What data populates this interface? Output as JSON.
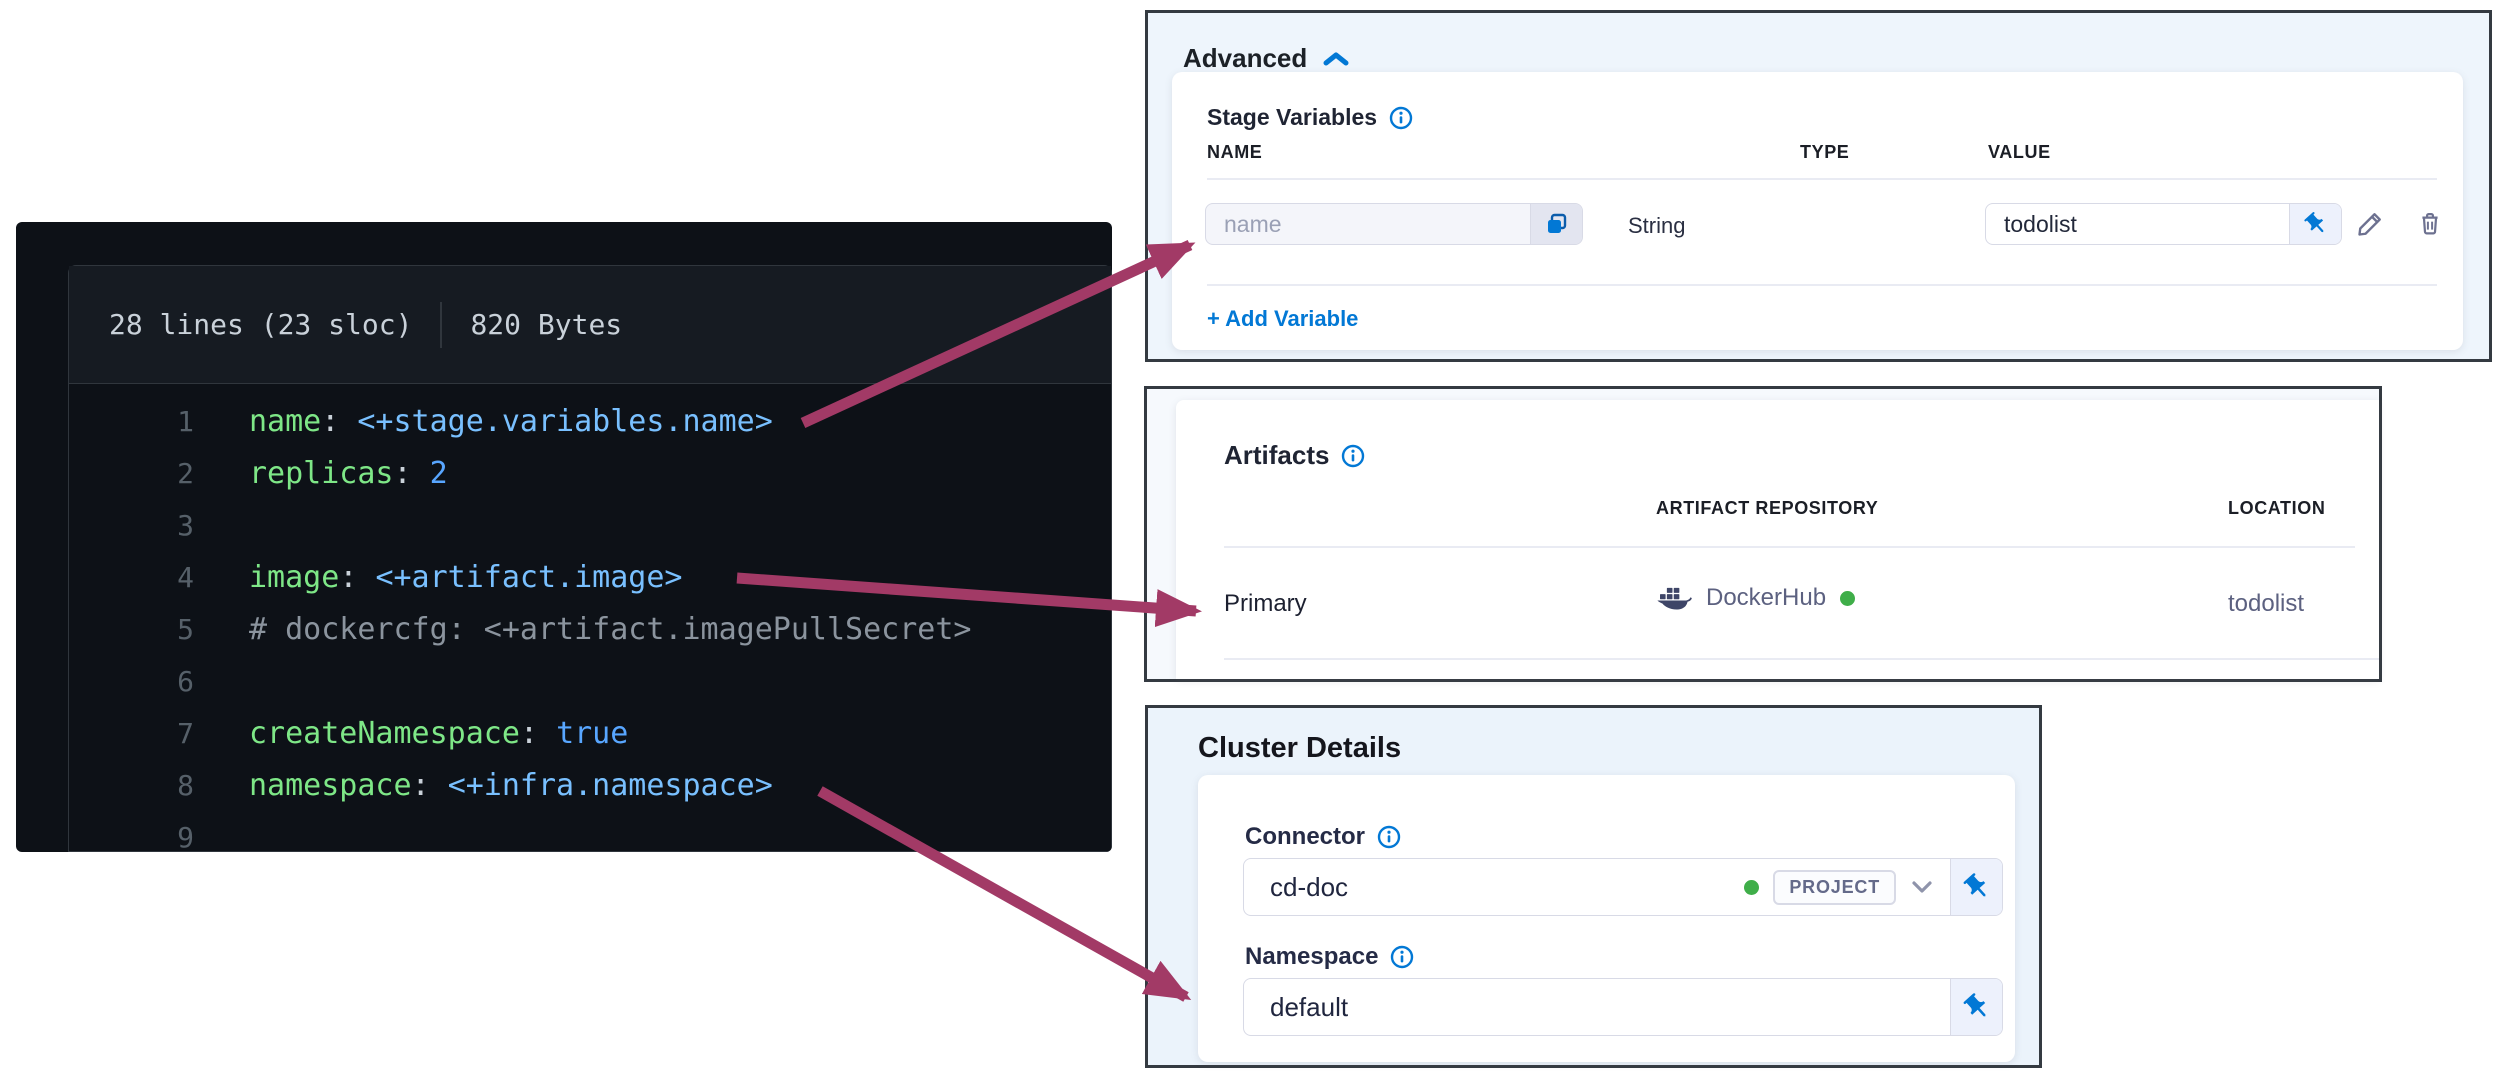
{
  "code": {
    "meta": {
      "lines": "28 lines (23 sloc)",
      "size": "820 Bytes"
    },
    "lines": [
      {
        "n": "1",
        "k": "name",
        "p": ": ",
        "v": "<+stage.variables.name>"
      },
      {
        "n": "2",
        "k": "replicas",
        "p": ": ",
        "v": "2"
      },
      {
        "n": "3"
      },
      {
        "n": "4",
        "k": "image",
        "p": ": ",
        "v": "<+artifact.image>"
      },
      {
        "n": "5",
        "c": "# dockercfg: <+artifact.imagePullSecret>"
      },
      {
        "n": "6"
      },
      {
        "n": "7",
        "k": "createNamespace",
        "p": ": ",
        "v": "true"
      },
      {
        "n": "8",
        "k": "namespace",
        "p": ": ",
        "v": "<+infra.namespace>"
      },
      {
        "n": "9"
      }
    ]
  },
  "advanced": {
    "title": "Advanced",
    "section_label": "Stage Variables",
    "columns": {
      "name": "NAME",
      "type": "TYPE",
      "value": "VALUE"
    },
    "row": {
      "name_placeholder": "name",
      "type": "String",
      "value": "todolist"
    },
    "add_variable": "+ Add Variable"
  },
  "artifacts": {
    "title": "Artifacts",
    "columns": {
      "repo": "ARTIFACT REPOSITORY",
      "location": "LOCATION"
    },
    "row": {
      "label": "Primary",
      "repo": "DockerHub",
      "location": "todolist"
    }
  },
  "cluster": {
    "title": "Cluster Details",
    "connector_label": "Connector",
    "connector_value": "cd-doc",
    "connector_scope": "PROJECT",
    "namespace_label": "Namespace",
    "namespace_value": "default"
  },
  "colors": {
    "accent_blue": "#0278d5",
    "arrow": "#a23a66",
    "status_green": "#3fae49",
    "code_bg": "#0d1117",
    "code_key": "#7ee787",
    "code_template": "#79c0ff"
  }
}
